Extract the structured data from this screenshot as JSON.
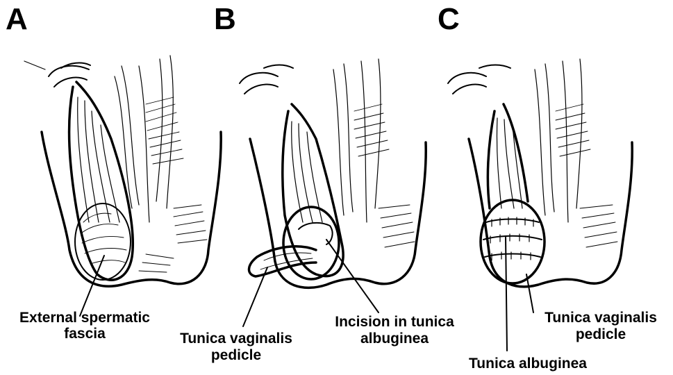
{
  "panels": [
    {
      "id": "A",
      "letter": "A",
      "labels": [
        "External spermatic",
        "fascia"
      ]
    },
    {
      "id": "B",
      "letter": "B",
      "labels_left": [
        "Tunica vaginalis",
        "pedicle"
      ],
      "labels_right": [
        "Incision in tunica",
        "albuginea"
      ]
    },
    {
      "id": "C",
      "letter": "C",
      "labels_right": [
        "Tunica vaginalis",
        "pedicle"
      ],
      "labels_bottom": [
        "Tunica albuginea"
      ]
    }
  ],
  "colors": {
    "ink": "#000000",
    "background": "#ffffff"
  }
}
